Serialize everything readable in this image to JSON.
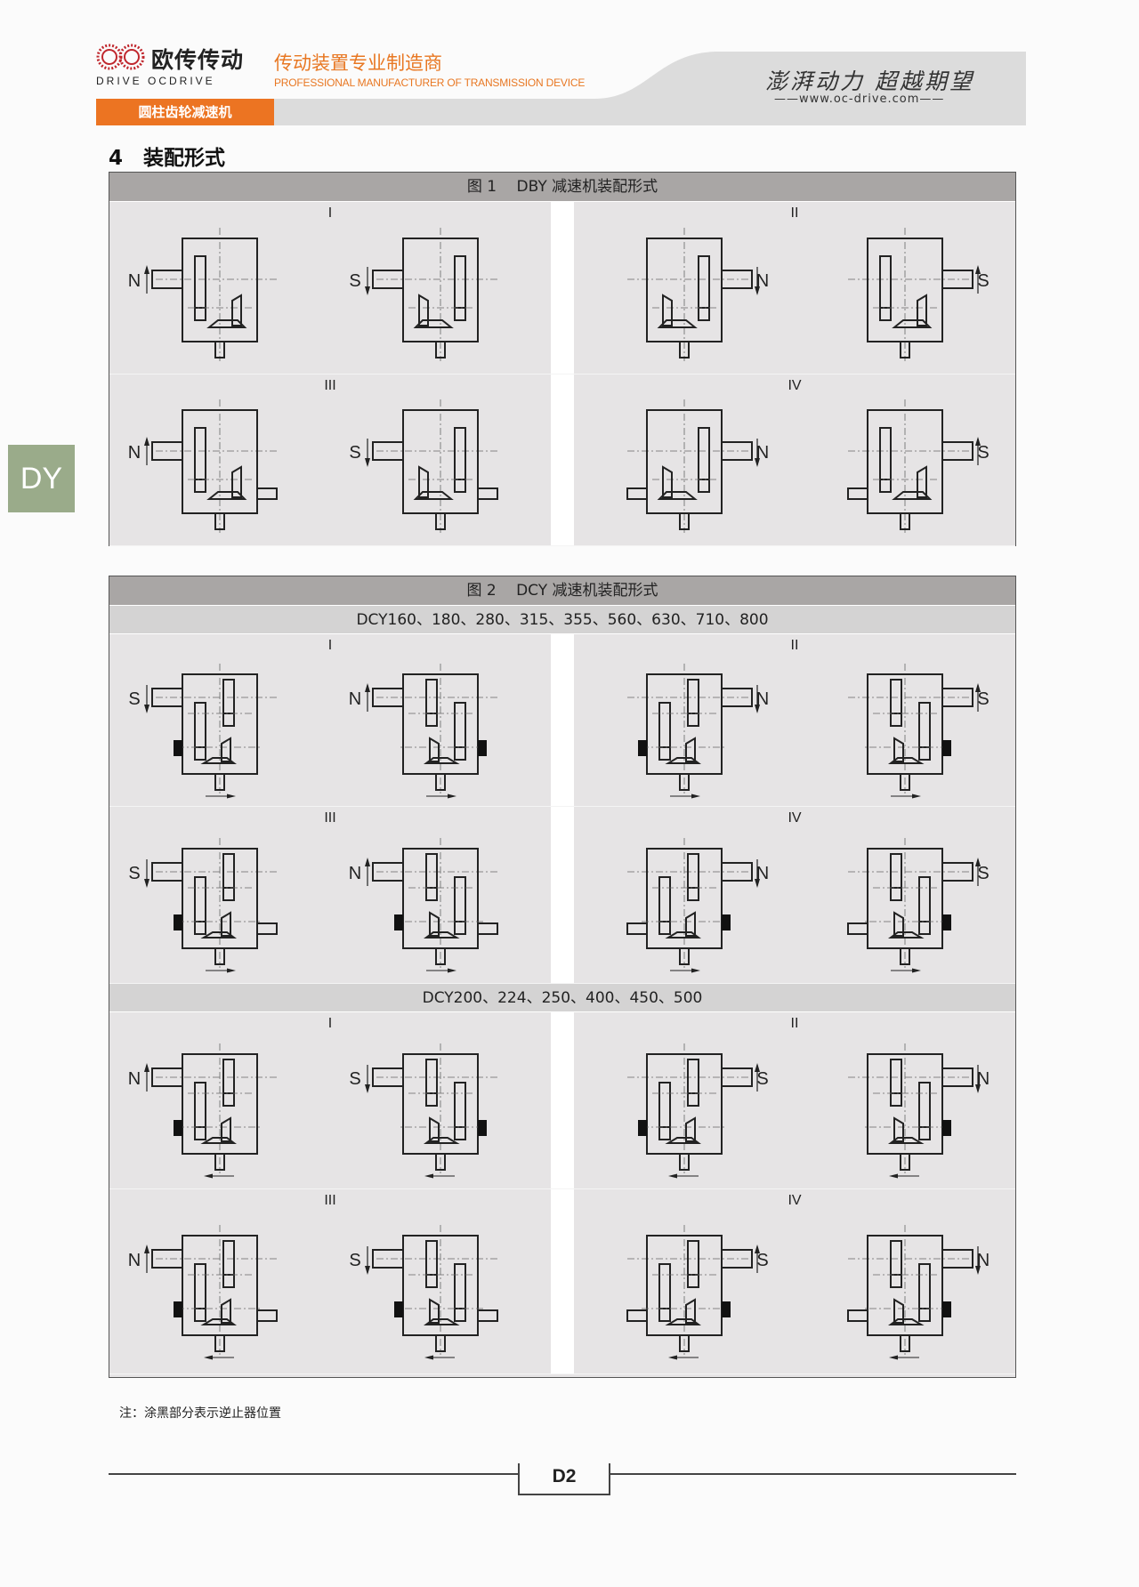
{
  "header": {
    "brand_cn": "欧传传动",
    "brand_en": "DRIVE OCDRIVE",
    "logo_marks": "欧 传",
    "slogan_cn": "传动装置专业制造商",
    "slogan_en": "PROFESSIONAL MANUFACTURER OF TRANSMISSION DEVICE",
    "category_tab": "圆柱齿轮减速机",
    "motto": "澎湃动力 超越期望",
    "url": "——www.oc-drive.com——"
  },
  "side_tab": "DY",
  "section_title": "4　装配形式",
  "fig1": {
    "title": "图 1　 DBY 减速机装配形式",
    "type": "DBY",
    "rows": [
      {
        "panels": [
          {
            "roman": "I",
            "items": [
              {
                "label": "N",
                "arrow": "up",
                "shaft": "left",
                "mirror": false
              },
              {
                "label": "S",
                "arrow": "down",
                "shaft": "left",
                "mirror": true
              }
            ]
          },
          {
            "roman": "II",
            "items": [
              {
                "label": "N",
                "arrow": "down",
                "shaft": "right",
                "mirror": true
              },
              {
                "label": "S",
                "arrow": "up",
                "shaft": "right",
                "mirror": false
              }
            ]
          }
        ]
      },
      {
        "panels": [
          {
            "roman": "III",
            "items": [
              {
                "label": "N",
                "arrow": "up",
                "shaft": "left",
                "through": true,
                "mirror": false
              },
              {
                "label": "S",
                "arrow": "down",
                "shaft": "left",
                "through": true,
                "mirror": true
              }
            ]
          },
          {
            "roman": "IV",
            "items": [
              {
                "label": "N",
                "arrow": "down",
                "shaft": "right",
                "through": true,
                "mirror": true
              },
              {
                "label": "S",
                "arrow": "up",
                "shaft": "right",
                "through": true,
                "mirror": false
              }
            ]
          }
        ]
      }
    ]
  },
  "fig2": {
    "title": "图 2　 DCY 减速机装配形式",
    "type": "DCY",
    "groups": [
      {
        "subtitle": "DCY160、180、280、315、355、560、630、710、800",
        "rows": [
          {
            "panels": [
              {
                "roman": "I",
                "items": [
                  {
                    "label": "S",
                    "arrow": "down",
                    "shaft": "left",
                    "backstop": "left",
                    "out": "right",
                    "mirror": false
                  },
                  {
                    "label": "N",
                    "arrow": "up",
                    "shaft": "left",
                    "backstop": "right",
                    "out": "right",
                    "mirror": true
                  }
                ]
              },
              {
                "roman": "II",
                "items": [
                  {
                    "label": "N",
                    "arrow": "down",
                    "shaft": "right",
                    "backstop": "left",
                    "out": "right",
                    "mirror": false
                  },
                  {
                    "label": "S",
                    "arrow": "up",
                    "shaft": "right",
                    "backstop": "right",
                    "out": "right",
                    "mirror": true
                  }
                ]
              }
            ]
          },
          {
            "panels": [
              {
                "roman": "III",
                "items": [
                  {
                    "label": "S",
                    "arrow": "down",
                    "shaft": "left",
                    "backstop": "left",
                    "through": true,
                    "out": "right",
                    "mirror": false
                  },
                  {
                    "label": "N",
                    "arrow": "up",
                    "shaft": "left",
                    "backstop": "left",
                    "through": true,
                    "out": "right",
                    "mirror": true
                  }
                ]
              },
              {
                "roman": "IV",
                "items": [
                  {
                    "label": "N",
                    "arrow": "down",
                    "shaft": "right",
                    "backstop": "right",
                    "through": true,
                    "out": "right",
                    "mirror": false
                  },
                  {
                    "label": "S",
                    "arrow": "up",
                    "shaft": "right",
                    "backstop": "right",
                    "through": true,
                    "out": "right",
                    "mirror": true
                  }
                ]
              }
            ]
          }
        ]
      },
      {
        "subtitle": "DCY200、224、250、400、450、500",
        "rows": [
          {
            "panels": [
              {
                "roman": "I",
                "items": [
                  {
                    "label": "N",
                    "arrow": "up",
                    "shaft": "left",
                    "backstop": "left",
                    "out": "left",
                    "mirror": false
                  },
                  {
                    "label": "S",
                    "arrow": "down",
                    "shaft": "left",
                    "backstop": "right",
                    "out": "left",
                    "mirror": true
                  }
                ]
              },
              {
                "roman": "II",
                "items": [
                  {
                    "label": "S",
                    "arrow": "up",
                    "shaft": "right",
                    "backstop": "left",
                    "out": "left",
                    "mirror": false
                  },
                  {
                    "label": "N",
                    "arrow": "down",
                    "shaft": "right",
                    "backstop": "right",
                    "out": "left",
                    "mirror": true
                  }
                ]
              }
            ]
          },
          {
            "panels": [
              {
                "roman": "III",
                "items": [
                  {
                    "label": "N",
                    "arrow": "up",
                    "shaft": "left",
                    "backstop": "left",
                    "through": true,
                    "out": "left",
                    "mirror": false
                  },
                  {
                    "label": "S",
                    "arrow": "down",
                    "shaft": "left",
                    "backstop": "left",
                    "through": true,
                    "out": "left",
                    "mirror": true
                  }
                ]
              },
              {
                "roman": "IV",
                "items": [
                  {
                    "label": "S",
                    "arrow": "up",
                    "shaft": "right",
                    "backstop": "right",
                    "through": true,
                    "out": "left",
                    "mirror": false
                  },
                  {
                    "label": "N",
                    "arrow": "down",
                    "shaft": "right",
                    "backstop": "right",
                    "through": true,
                    "out": "left",
                    "mirror": true
                  }
                ]
              }
            ]
          }
        ]
      }
    ]
  },
  "note": "注：涂黑部分表示逆止器位置",
  "page_number": "D2",
  "colors": {
    "orange": "#ec7422",
    "side_tab": "#9aab8a",
    "fig_header": "#a9a6a5",
    "sub_header": "#d4d3d3",
    "panel_bg": "#e6e4e5"
  }
}
